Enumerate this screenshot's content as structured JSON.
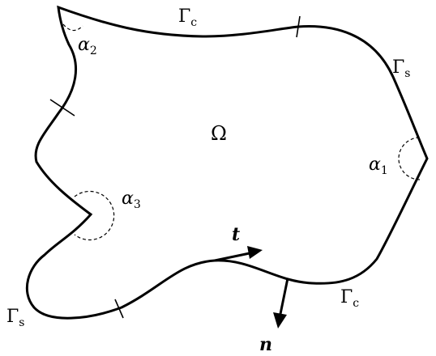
{
  "domain_label": "Ω",
  "boundaries": {
    "contact_top": {
      "symbol": "Γ",
      "subscript": "c"
    },
    "contact_bottom": {
      "symbol": "Γ",
      "subscript": "c"
    },
    "symmetry_right": {
      "symbol": "Γ",
      "subscript": "s"
    },
    "symmetry_left": {
      "symbol": "Γ",
      "subscript": "s"
    }
  },
  "angles": {
    "alpha1": {
      "symbol": "α",
      "subscript": "1"
    },
    "alpha2": {
      "symbol": "α",
      "subscript": "2"
    },
    "alpha3": {
      "symbol": "α",
      "subscript": "3"
    }
  },
  "vectors": {
    "tangent": "t",
    "normal": "n"
  }
}
